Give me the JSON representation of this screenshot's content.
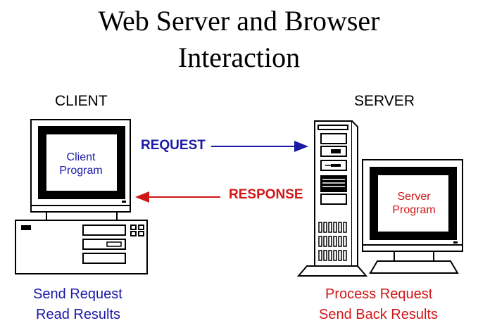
{
  "title_line1": "Web Server and Browser",
  "title_line2": "Interaction",
  "client": {
    "heading": "CLIENT",
    "program_line1": "Client",
    "program_line2": "Program",
    "action_line1": "Send Request",
    "action_line2": "Read Results"
  },
  "server": {
    "heading": "SERVER",
    "program_line1": "Server",
    "program_line2": "Program",
    "action_line1": "Process Request",
    "action_line2": "Send Back Results"
  },
  "arrows": {
    "request": "REQUEST",
    "response": "RESPONSE"
  },
  "colors": {
    "client_text": "#1a1aa6",
    "server_text": "#d01616",
    "request_arrow": "#1a1aa6",
    "response_arrow": "#d01616"
  }
}
